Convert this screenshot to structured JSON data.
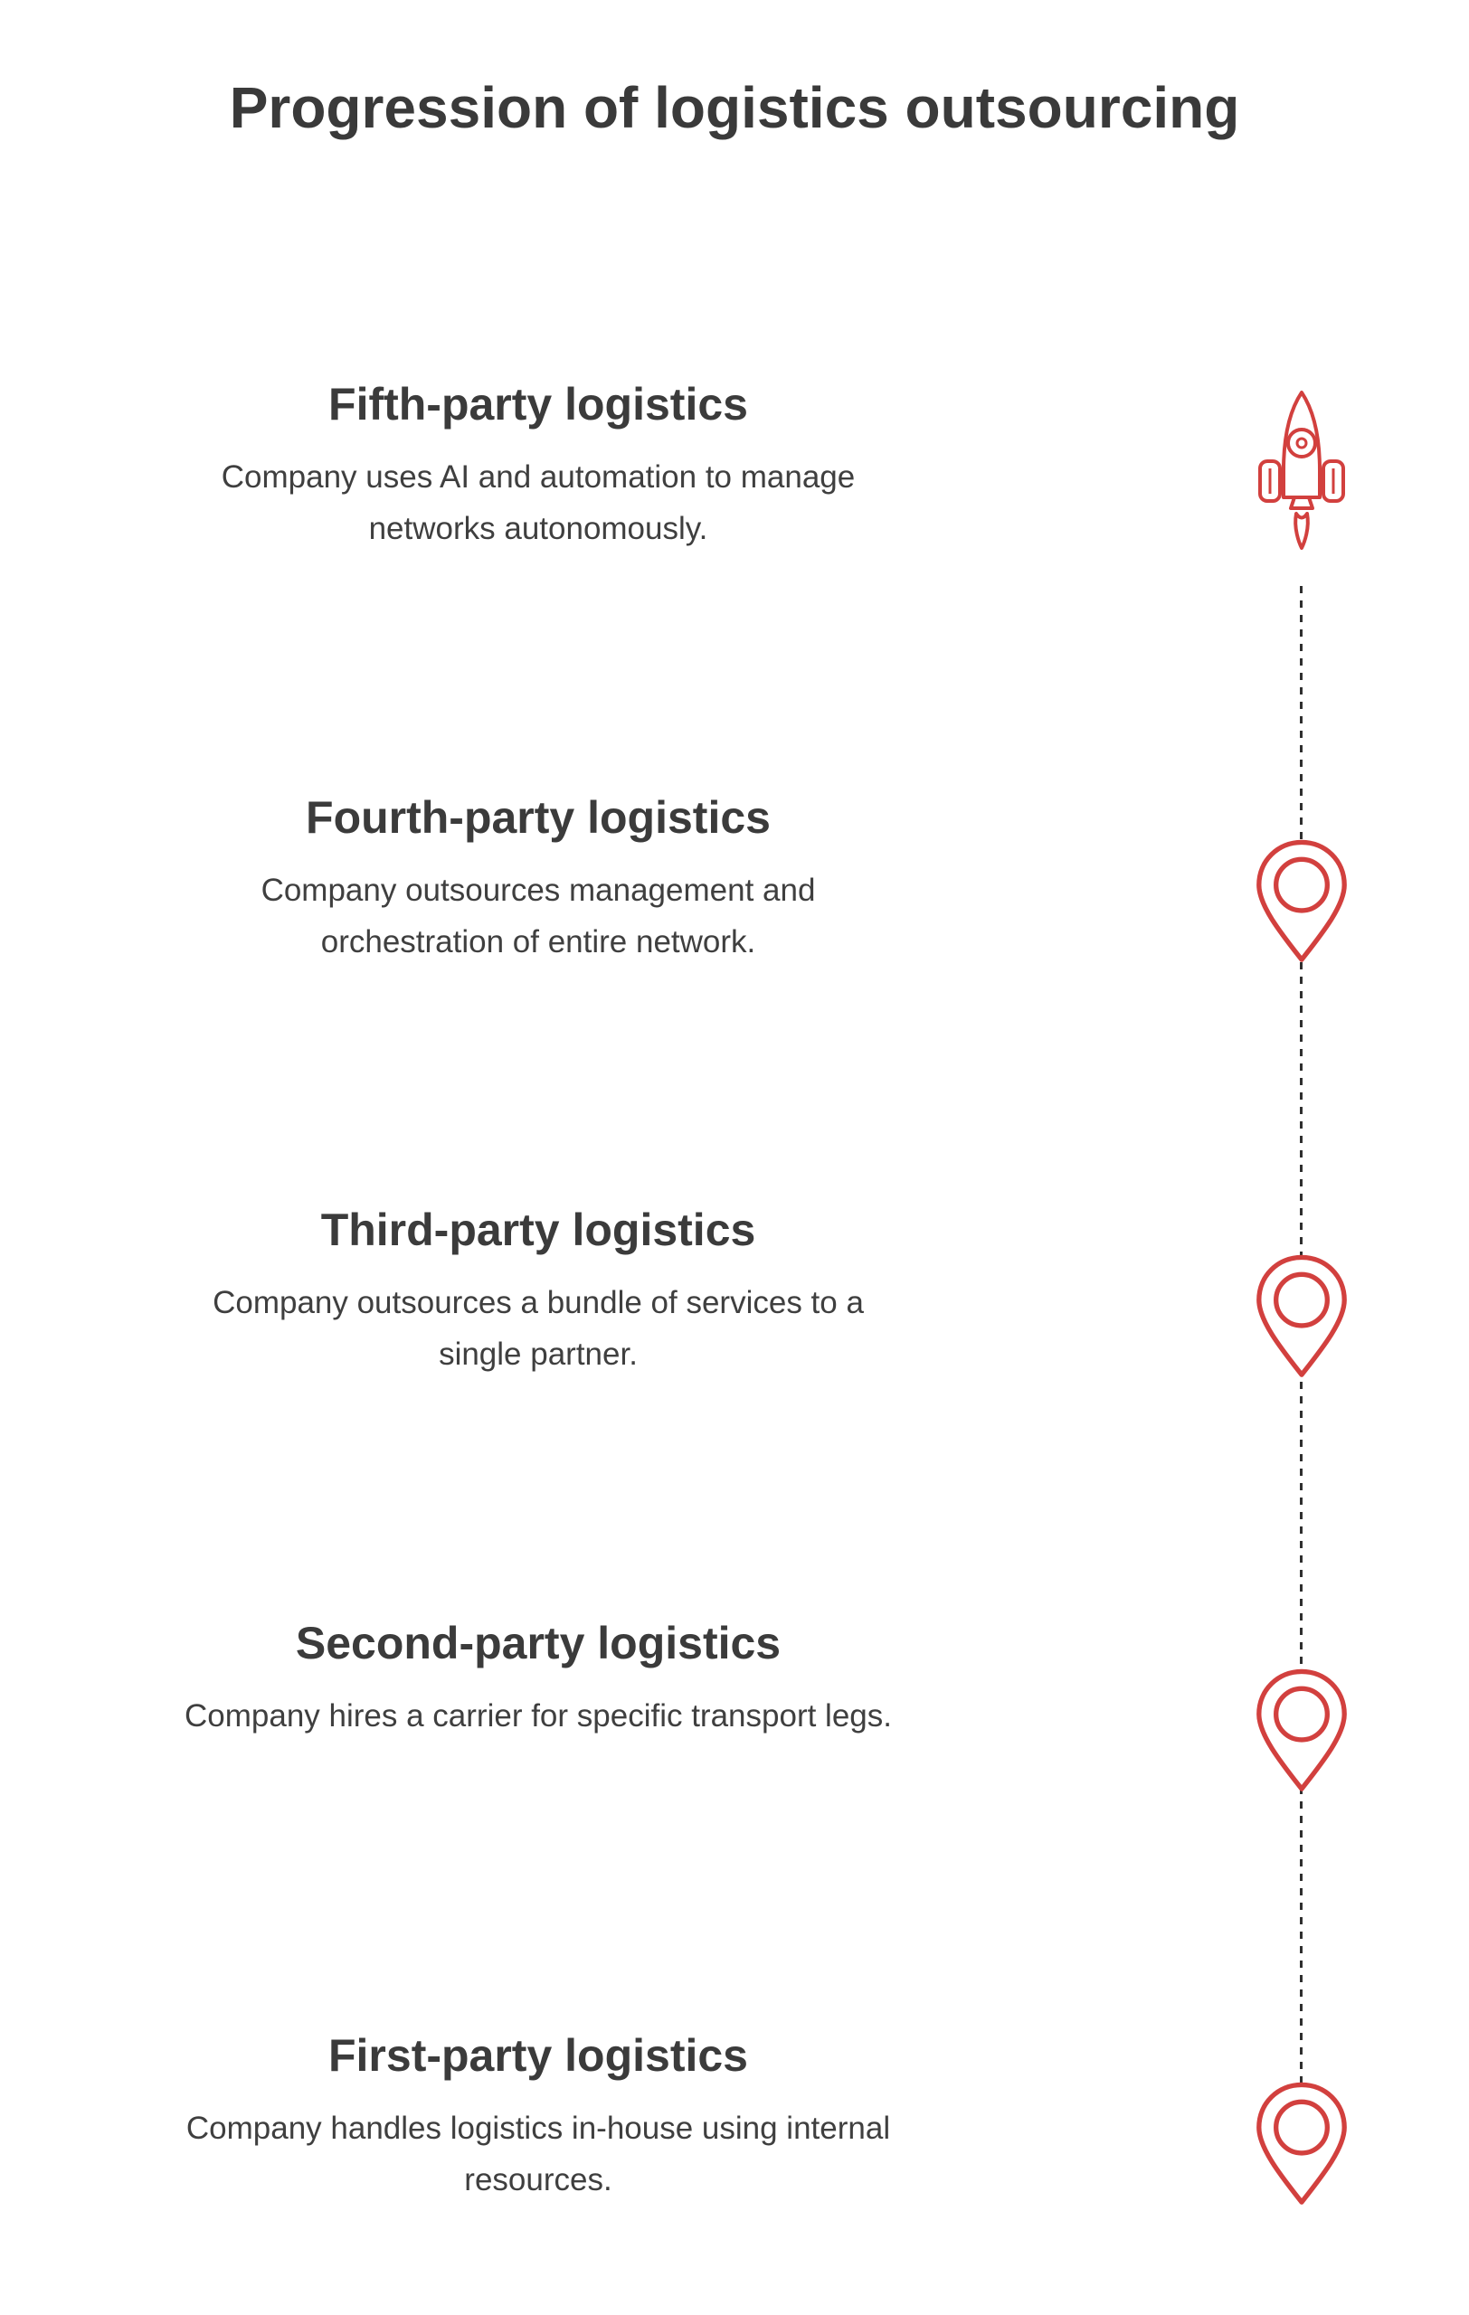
{
  "title": "Progression of logistics outsourcing",
  "stages": [
    {
      "title": "Fifth-party logistics",
      "description": "Company uses AI and automation to manage\nnetworks autonomously.",
      "icon": "rocket-icon"
    },
    {
      "title": "Fourth-party logistics",
      "description": "Company outsources management and\norchestration of entire network.",
      "icon": "map-pin-icon"
    },
    {
      "title": "Third-party logistics",
      "description": "Company outsources a bundle of services to a\nsingle partner.",
      "icon": "map-pin-icon"
    },
    {
      "title": "Second-party logistics",
      "description": "Company hires a carrier for specific transport legs.",
      "icon": "map-pin-icon"
    },
    {
      "title": "First-party logistics",
      "description": "Company handles logistics in-house using internal\nresources.",
      "icon": "map-pin-icon"
    }
  ],
  "colors": {
    "accent": "#d2403e",
    "heading_text": "#3b3b3b",
    "body_text": "#3f3f3f",
    "timeline_line": "#2f2f2f",
    "background": "#ffffff"
  }
}
